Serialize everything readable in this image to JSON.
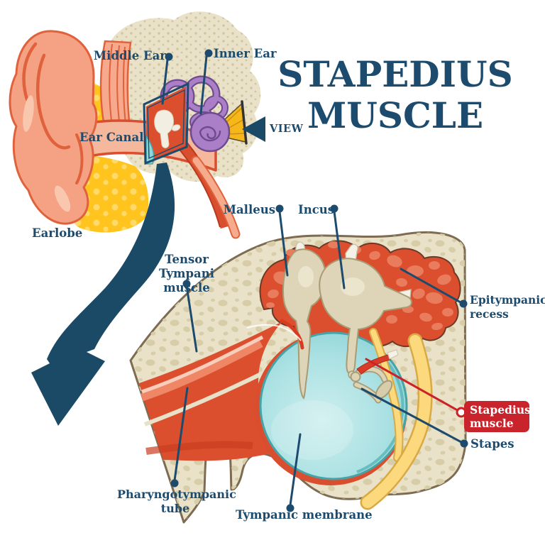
{
  "title": "STAPEDIUS MUSCLE",
  "overview": {
    "labels": {
      "middle_ear": "Middle Ear",
      "inner_ear": "Inner Ear",
      "ear_canal": "Ear Canal",
      "earlobe": "Earlobe",
      "view": "VIEW"
    }
  },
  "detail": {
    "labels": {
      "malleus": "Malleus",
      "incus": "Incus",
      "tensor_tympani": "Tensor Tympani muscle",
      "epitympanic_recess": "Epitympanic recess",
      "stapedius_muscle": "Stapedius muscle",
      "stapes": "Stapes",
      "pharyngotympanic_tube": "Pharyngotympanic tube",
      "tympanic_membrane": "Tympanic membrane"
    }
  },
  "colors": {
    "label_navy": "#1d4b6d",
    "highlight_box_red": "#c9242b",
    "leader_red": "#cc2127",
    "bone_beige": "#e9e2c8",
    "muscle_red": "#dc4f2e",
    "cavity_blue": "#a9e0e2",
    "nerve_yellow": "#fcd97d",
    "inner_ear_purple": "#ab7fc7",
    "fat_yellow": "#ffc41d",
    "skin_salmon": "#f5a284"
  }
}
